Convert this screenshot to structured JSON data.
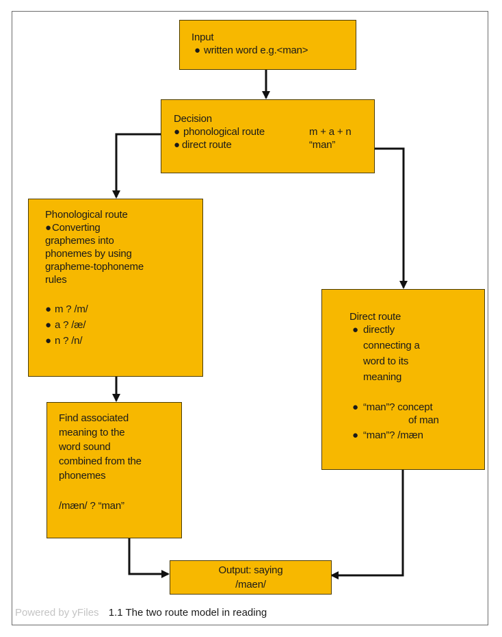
{
  "diagram": {
    "input": {
      "title": "Input",
      "bullet": "written word e.g.<man>"
    },
    "decision": {
      "title": "Decision",
      "rows": [
        {
          "label": "phonological route",
          "value": "m + a + n"
        },
        {
          "label": "direct route",
          "value": "“man”"
        }
      ]
    },
    "phonological": {
      "title": "Phonological route",
      "bullet_lines": [
        "Converting",
        "graphemes into",
        "phonemes by using",
        "grapheme-tophoneme",
        "rules"
      ],
      "mappings": [
        "m ? /m/",
        "a ? /æ/",
        "n ? /n/"
      ]
    },
    "direct": {
      "title": "Direct route",
      "bullet_lines": [
        "directly",
        "connecting a",
        "word to its",
        "meaning"
      ],
      "examples": [
        {
          "lines": [
            "“man”? concept",
            "of man"
          ]
        },
        {
          "lines": [
            "“man”? /mæn"
          ]
        }
      ]
    },
    "find": {
      "lines": [
        "Find associated",
        "meaning to the",
        "word sound",
        "combined from the",
        "phonemes"
      ],
      "mapping": "/mæn/ ? “man”"
    },
    "output": {
      "lines": [
        "Output: saying",
        "/maen/"
      ]
    },
    "bullet_glyph": "●"
  },
  "footer": {
    "credit": "Powered by yFiles",
    "caption": "1.1 The two route model in reading"
  },
  "colors": {
    "node_fill": "#f7b800",
    "node_border": "#4a3b00",
    "edge": "#111111"
  }
}
